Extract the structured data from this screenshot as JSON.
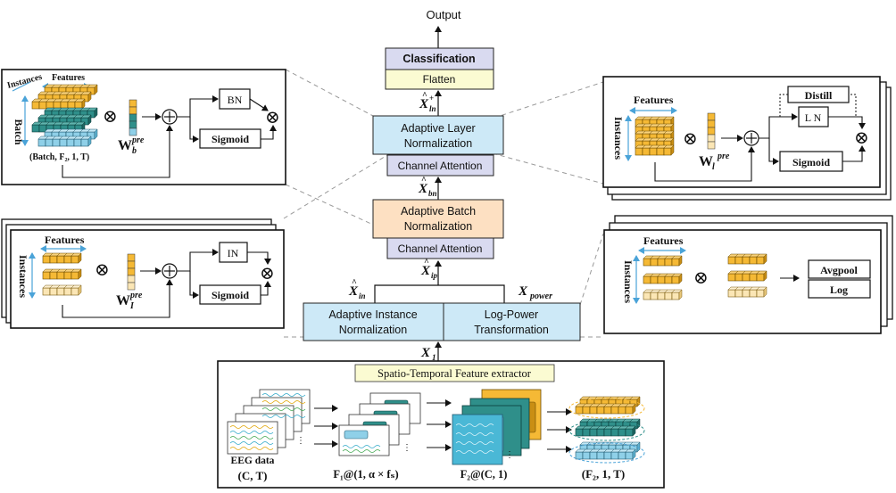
{
  "title": "Output",
  "main": {
    "classification": "Classification",
    "flatten": "Flatten",
    "aln_line1": "Adaptive Layer",
    "aln_line2": "Normalization",
    "ca_top": "Channel Attention",
    "abn_line1": "Adaptive Batch",
    "abn_line2": "Normalization",
    "ca_bottom": "Channel Attention",
    "ain_line1": "Adaptive Instance",
    "ain_line2": "Normalization",
    "lpt_line1": "Log-Power",
    "lpt_line2": "Transformation",
    "stfe": "Spatio-Temporal Feature extractor"
  },
  "signals": {
    "x_ln": "X",
    "x_ln_sub": "ln",
    "x_bn": "X",
    "x_bn_sub": "bn",
    "x_ip": "X",
    "x_ip_sub": "ip",
    "x_in": "X",
    "x_in_sub": "in",
    "x_power": "X",
    "x_power_sub": "power",
    "x_1": "X",
    "x_1_sub": "1"
  },
  "extractor": {
    "eeg_label": "EEG data",
    "eeg_dims": "(C, T)",
    "f1_label": "F₁@(1, α × fₛ)",
    "f2_label": "F₂@(C, 1)",
    "out_dims": "(F₂, 1, T)"
  },
  "batch_panel": {
    "instances": "Instances",
    "features": "Features",
    "batch": "Batch",
    "dims": "(Batch, F₂, 1, T)",
    "weight": "W",
    "weight_sub": "b",
    "weight_sup": "pre",
    "bn": "BN",
    "sigmoid": "Sigmoid"
  },
  "instance_panel": {
    "instances": "Instances",
    "features": "Features",
    "weight": "W",
    "weight_sub": "I",
    "weight_sup": "pre",
    "in": "IN",
    "sigmoid": "Sigmoid"
  },
  "layer_panel": {
    "instances": "Instances",
    "features": "Features",
    "weight": "W",
    "weight_sub": "l",
    "weight_sup": "pre",
    "distill": "Distill",
    "ln": "L N",
    "sigmoid": "Sigmoid"
  },
  "power_panel": {
    "instances": "Instances",
    "features": "Features",
    "avgpool": "Avgpool",
    "log": "Log"
  },
  "colors": {
    "classification_fill": "#d9daf0",
    "flatten_fill": "#fbfbd2",
    "aln_fill": "#cde9f7",
    "ca_fill": "#d9daf0",
    "abn_fill": "#fde0c2",
    "ain_fill": "#cde9f7",
    "stfe_fill": "#fbfbd2",
    "yellow_cube": "#f5b935",
    "teal_cube": "#2f8f8a",
    "blue_cube": "#8fd0e8",
    "arrow_blue": "#4aa3d8"
  }
}
